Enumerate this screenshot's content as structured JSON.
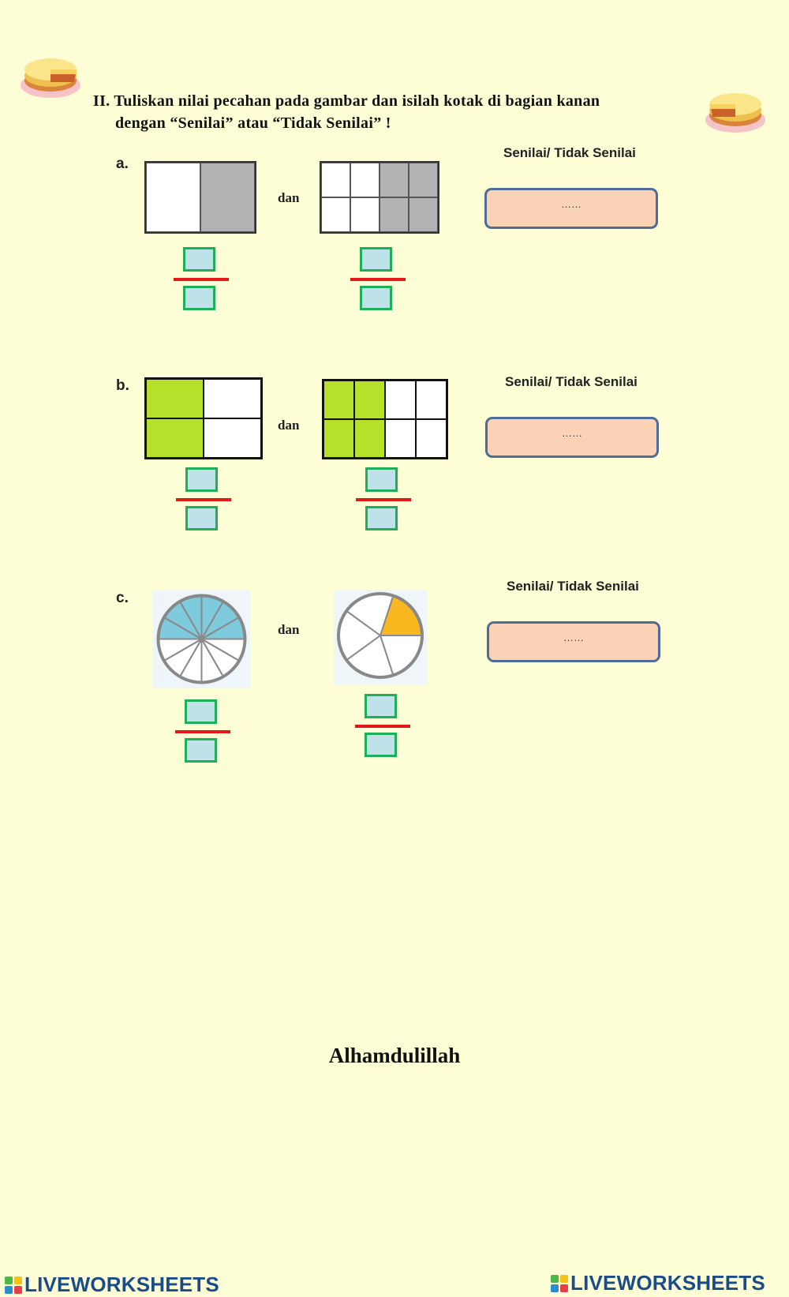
{
  "instruction": {
    "line1": "II. Tuliskan nilai pecahan pada gambar dan isilah kotak di bagian kanan",
    "line2": "dengan “Senilai” atau “Tidak Senilai” !"
  },
  "questions": [
    {
      "letter": "a.",
      "connector": "dan",
      "answer_label": "Senilai/ Tidak Senilai",
      "answer_placeholder": "……",
      "fig1": {
        "shape": "rect-grid",
        "cols": 2,
        "rows": 1,
        "shaded": 1,
        "fill": "#b3b3b3"
      },
      "fig2": {
        "shape": "rect-grid",
        "cols": 4,
        "rows": 2,
        "shaded": 4,
        "fill": "#b3b3b3"
      }
    },
    {
      "letter": "b.",
      "connector": "dan",
      "answer_label": "Senilai/ Tidak Senilai",
      "answer_placeholder": "……",
      "fig1": {
        "shape": "rect-grid",
        "cols": 2,
        "rows": 2,
        "shaded": 2,
        "fill": "#b5e12a"
      },
      "fig2": {
        "shape": "rect-grid",
        "cols": 4,
        "rows": 2,
        "shaded": 4,
        "fill": "#b5e12a"
      }
    },
    {
      "letter": "c.",
      "connector": "dan",
      "answer_label": "Senilai/ Tidak Senilai",
      "answer_placeholder": "……",
      "fig1": {
        "shape": "circle",
        "slices": 12,
        "shaded": 6,
        "fill": "#7dcbdc"
      },
      "fig2": {
        "shape": "circle",
        "slices": 5,
        "shaded": 1,
        "fill": "#f9b81f"
      }
    }
  ],
  "closing": "Alhamdulillah",
  "footer": {
    "brand_left": "LIVEWORKSHEETS",
    "brand_right": "LIVEWORKSHEETS"
  },
  "colors": {
    "background": "#fdfdd6",
    "answer_box": "#fad2b5",
    "answer_border": "#4e6c96",
    "fraction_box": "#bfe2ea",
    "fraction_border": "#1fae5a",
    "fraction_bar": "#e11919",
    "brand": "#1a4d88"
  },
  "icons": [
    "cake-slice-icon",
    "cake-slice-icon"
  ]
}
